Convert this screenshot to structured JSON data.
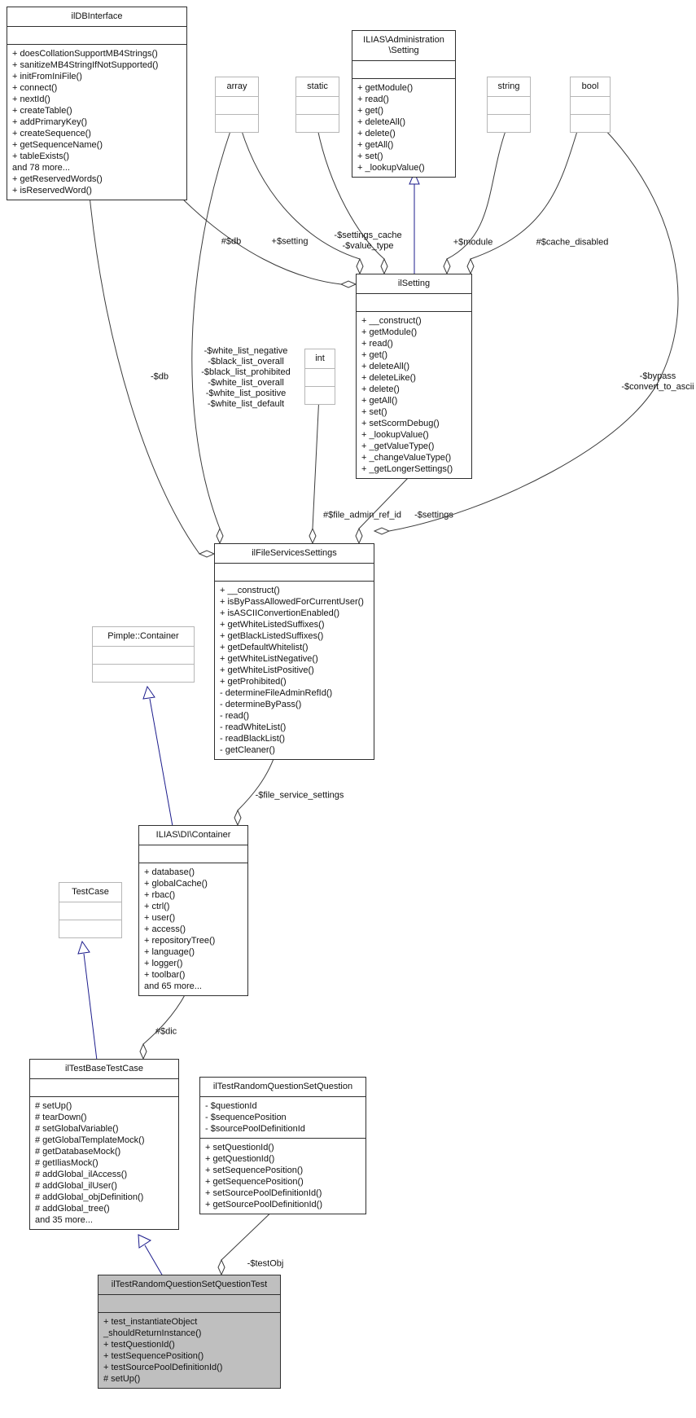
{
  "diagram": {
    "classes": [
      {
        "id": "ildbinterface",
        "name": "ilDBInterface",
        "kind": "documented",
        "attributes": [],
        "methods": [
          "+ doesCollationSupportMB4Strings()",
          "+ sanitizeMB4StringIfNotSupported()",
          "+ initFromIniFile()",
          "+ connect()",
          "+ nextId()",
          "+ createTable()",
          "+ addPrimaryKey()",
          "+ createSequence()",
          "+ getSequenceName()",
          "+ tableExists()",
          "and 78 more...",
          "+ getReservedWords()",
          "+ isReservedWord()"
        ]
      },
      {
        "id": "adminsetting",
        "name": "ILIAS\\Administration\n\\Setting",
        "kind": "documented",
        "attributes": [],
        "methods": [
          "+ getModule()",
          "+ read()",
          "+ get()",
          "+ deleteAll()",
          "+ delete()",
          "+ getAll()",
          "+ set()",
          "+ _lookupValue()"
        ]
      },
      {
        "id": "array",
        "name": "array",
        "kind": "external",
        "attributes": [],
        "methods": []
      },
      {
        "id": "static",
        "name": "static",
        "kind": "external",
        "attributes": [],
        "methods": []
      },
      {
        "id": "string",
        "name": "string",
        "kind": "external",
        "attributes": [],
        "methods": []
      },
      {
        "id": "bool",
        "name": "bool",
        "kind": "external",
        "attributes": [],
        "methods": []
      },
      {
        "id": "ilsetting",
        "name": "ilSetting",
        "kind": "documented",
        "attributes": [],
        "methods": [
          "+ __construct()",
          "+ getModule()",
          "+ read()",
          "+ get()",
          "+ deleteAll()",
          "+ deleteLike()",
          "+ delete()",
          "+ getAll()",
          "+ set()",
          "+ setScormDebug()",
          "+ _lookupValue()",
          "+ _getValueType()",
          "+ _changeValueType()",
          "+ _getLongerSettings()"
        ]
      },
      {
        "id": "int",
        "name": "int",
        "kind": "external",
        "attributes": [],
        "methods": []
      },
      {
        "id": "filesettings",
        "name": "ilFileServicesSettings",
        "kind": "documented",
        "attributes": [],
        "methods": [
          "+ __construct()",
          "+ isByPassAllowedForCurrentUser()",
          "+ isASCIIConvertionEnabled()",
          "+ getWhiteListedSuffixes()",
          "+ getBlackListedSuffixes()",
          "+ getDefaultWhitelist()",
          "+ getWhiteListNegative()",
          "+ getWhiteListPositive()",
          "+ getProhibited()",
          "- determineFileAdminRefId()",
          "- determineByPass()",
          "- read()",
          "- readWhiteList()",
          "- readBlackList()",
          "- getCleaner()"
        ]
      },
      {
        "id": "pimple",
        "name": "Pimple::Container",
        "kind": "external",
        "attributes": [],
        "methods": []
      },
      {
        "id": "dicontainer",
        "name": "ILIAS\\DI\\Container",
        "kind": "documented",
        "attributes": [],
        "methods": [
          "+ database()",
          "+ globalCache()",
          "+ rbac()",
          "+ ctrl()",
          "+ user()",
          "+ access()",
          "+ repositoryTree()",
          "+ language()",
          "+ logger()",
          "+ toolbar()",
          "and 65 more..."
        ]
      },
      {
        "id": "testcase",
        "name": "TestCase",
        "kind": "external",
        "attributes": [],
        "methods": []
      },
      {
        "id": "basetestcase",
        "name": "ilTestBaseTestCase",
        "kind": "documented",
        "attributes": [],
        "methods": [
          "# setUp()",
          "# tearDown()",
          "# setGlobalVariable()",
          "# getGlobalTemplateMock()",
          "# getDatabaseMock()",
          "# getIliasMock()",
          "# addGlobal_ilAccess()",
          "# addGlobal_ilUser()",
          "# addGlobal_objDefinition()",
          "# addGlobal_tree()",
          "and 35 more..."
        ]
      },
      {
        "id": "rqsquestion",
        "name": "ilTestRandomQuestionSetQuestion",
        "kind": "documented",
        "attributes": [
          "- $questionId",
          "- $sequencePosition",
          "- $sourcePoolDefinitionId"
        ],
        "methods": [
          "+ setQuestionId()",
          "+ getQuestionId()",
          "+ setSequencePosition()",
          "+ getSequencePosition()",
          "+ setSourcePoolDefinitionId()",
          "+ getSourcePoolDefinitionId()"
        ]
      },
      {
        "id": "rqsqtest",
        "name": "ilTestRandomQuestionSetQuestionTest",
        "kind": "current",
        "attributes": [],
        "methods": [
          "+ test_instantiateObject",
          "_shouldReturnInstance()",
          "+ testQuestionId()",
          "+ testSequencePosition()",
          "+ testSourcePoolDefinitionId()",
          "# setUp()"
        ]
      }
    ],
    "edge_labels": [
      {
        "id": "db_protected",
        "text": "#$db"
      },
      {
        "id": "setting_public",
        "text": "+$setting"
      },
      {
        "id": "settings_cache",
        "text": "-$settings_cache\n-$value_type"
      },
      {
        "id": "module_public",
        "text": "+$module"
      },
      {
        "id": "cache_disabled",
        "text": "#$cache_disabled"
      },
      {
        "id": "bypass",
        "text": "-$bypass\n-$convert_to_ascii"
      },
      {
        "id": "white_lists",
        "text": "-$white_list_negative\n-$black_list_overall\n-$black_list_prohibited\n-$white_list_overall\n-$white_list_positive\n-$white_list_default"
      },
      {
        "id": "db_private",
        "text": "-$db"
      },
      {
        "id": "file_admin_ref_id",
        "text": "#$file_admin_ref_id"
      },
      {
        "id": "settings_private",
        "text": "-$settings"
      },
      {
        "id": "file_service_settings",
        "text": "-$file_service_settings"
      },
      {
        "id": "dic",
        "text": "#$dic"
      },
      {
        "id": "test_obj",
        "text": "-$testObj"
      }
    ],
    "colors": {
      "inheritance": "#1c1c8c",
      "aggregation": "#3c3c3c",
      "current_fill": "#bfbfbf",
      "external_border": "#b6b6b6"
    }
  }
}
